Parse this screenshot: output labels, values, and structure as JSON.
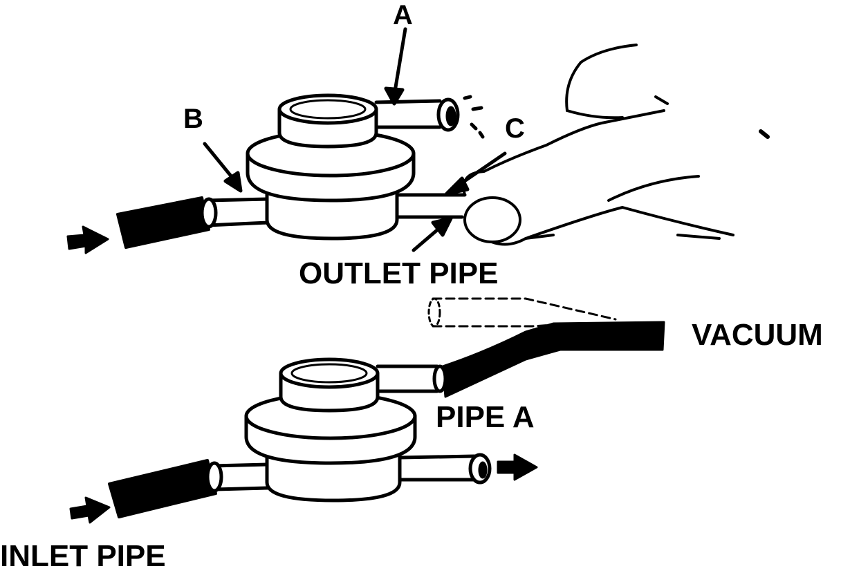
{
  "labels": {
    "a": "A",
    "b": "B",
    "c": "C",
    "outlet_pipe": "OUTLET PIPE",
    "vacuum": "VACUUM",
    "pipe_a": "PIPE A",
    "inlet_pipe": "INLET PIPE"
  },
  "colors": {
    "ink": "#000000",
    "paper": "#ffffff"
  }
}
